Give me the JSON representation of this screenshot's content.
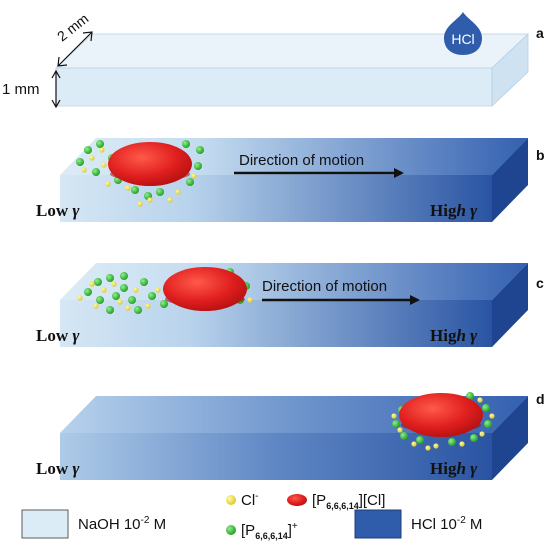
{
  "panels": [
    {
      "id": "a",
      "letter": "a",
      "dim_width": "2 mm",
      "dim_height": "1 mm",
      "drop_label": "HCl"
    },
    {
      "id": "b",
      "letter": "b",
      "arrow_label": "Direction of motion",
      "low_label": "Low ",
      "low_symbol": "γ",
      "high_label": "Hig",
      "high_italic": "h",
      "high_symbol": " γ",
      "droplet_position": 0.25
    },
    {
      "id": "c",
      "letter": "c",
      "arrow_label": "Direction of motion",
      "low_label": "Low ",
      "low_symbol": "γ",
      "high_label": "Hig",
      "high_italic": "h",
      "high_symbol": " γ",
      "droplet_position": 0.4
    },
    {
      "id": "d",
      "letter": "d",
      "low_label": "Low ",
      "low_symbol": "γ",
      "high_label": "Hig",
      "high_italic": "h",
      "high_symbol": " γ",
      "droplet_position": 0.87
    }
  ],
  "legend": {
    "naoh": {
      "label": "NaOH 10",
      "exp": "-2",
      "unit": " M"
    },
    "hcl": {
      "label": "HCl 10",
      "exp": "-2",
      "unit": " M"
    },
    "chloride": {
      "label": "Cl",
      "sup": "-"
    },
    "cation": {
      "label": "[P",
      "sub": "6,6,6,14",
      "tail": "]",
      "sup": "+"
    },
    "ionic_liquid": {
      "label": "[P",
      "sub": "6,6,6,14",
      "tail": "][Cl]"
    }
  },
  "colors": {
    "naoh": "#dcecf7",
    "hcl": "#2f5cab",
    "droplet": "#e01f1f",
    "chloride": "#f2e84a",
    "cation": "#3dbd3d"
  }
}
